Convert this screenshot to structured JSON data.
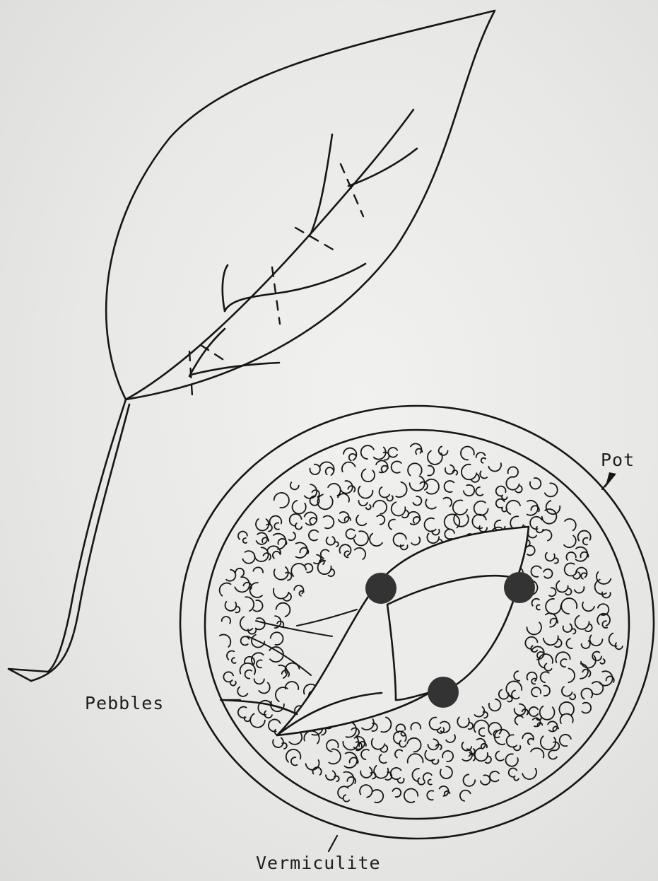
{
  "labels": {
    "pot": "Pot",
    "pebbles": "Pebbles",
    "vermiculite": "Vermiculite"
  },
  "colors": {
    "ink": "#161616",
    "paper": "#ececea",
    "pebble": "#3a3a3a"
  },
  "figure": {
    "parts": [
      "whole-leaf",
      "cut-marks",
      "pot-top-view",
      "vermiculite-texture",
      "leaf-pinned-by-pebbles"
    ]
  }
}
